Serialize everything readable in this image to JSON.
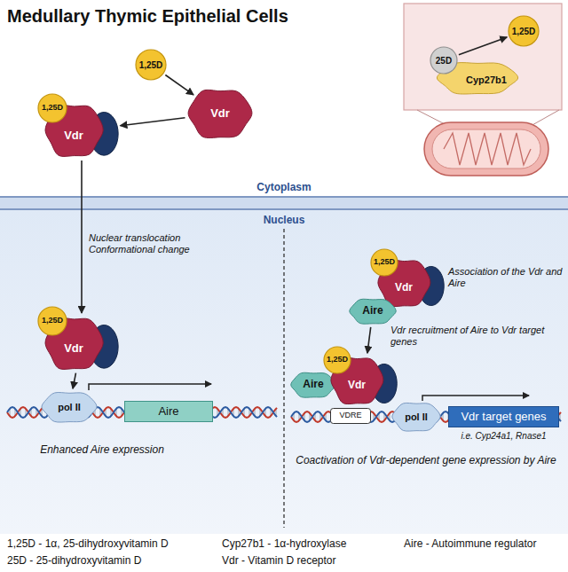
{
  "diagram": {
    "title": "Medullary Thymic Epithelial Cells",
    "nodes": [
      {
        "text": [
          "1,25D"
        ]
      },
      {
        "text": [
          "Vdr"
        ]
      },
      {
        "text": [
          "Vdr"
        ]
      },
      {
        "text": [
          "1,25D"
        ],
        "in": 2
      },
      {
        "text": [
          "Cyp27b1"
        ]
      },
      {
        "text": [
          "25D"
        ],
        "in": 4
      },
      {
        "text": [
          "1,25D"
        ]
      },
      {
        "text": [
          "Vdr"
        ]
      },
      {
        "text": [
          "1,25D"
        ],
        "in": 7
      },
      {
        "text": [
          "pol II"
        ]
      },
      {
        "text": [
          "Aire"
        ]
      },
      {
        "text": [
          "Vdr"
        ]
      },
      {
        "text": [
          "1,25D"
        ],
        "in": 11
      },
      {
        "text": [
          "Aire"
        ]
      },
      {
        "text": [
          "Aire"
        ]
      },
      {
        "text": [
          "Vdr"
        ]
      },
      {
        "text": [
          "1,25D"
        ],
        "in": 15
      },
      {
        "text": [
          "VDRE"
        ]
      },
      {
        "text": [
          "pol II"
        ]
      },
      {
        "text": [
          "Vdr target genes"
        ]
      }
    ],
    "edges": [
      {
        "from": 0,
        "to": 1,
        "arrow": "to"
      },
      {
        "from": 1,
        "to": 2,
        "arrow": "to"
      },
      {
        "from": 5,
        "to": 6,
        "arrow": "to"
      },
      {
        "from": 2,
        "to": 7,
        "arrow": "to",
        "label": "Nuclear translocation Conformational change"
      },
      {
        "from": 7,
        "to": 9,
        "arrow": "to"
      },
      {
        "from": 13,
        "to": 15,
        "arrow": "to",
        "label": "Vdr recruitment of Aire to Vdr target genes"
      }
    ],
    "labels": [
      "Cytoplasm",
      "Nucleus",
      "Association of the Vdr and Aire",
      "Enhanced Aire expression",
      "i.e. Cyp24a1, Rnase1",
      "Coactivation of Vdr-dependent gene expression by Aire",
      "1,25D - 1α, 25-dihydroxyvitamin D",
      "25D - 25-dihydroxyvitamin D",
      "Cyp27b1 - 1α-hydroxylase",
      "Vdr - Vitamin D receptor",
      "Aire - Autoimmune regulator"
    ]
  }
}
